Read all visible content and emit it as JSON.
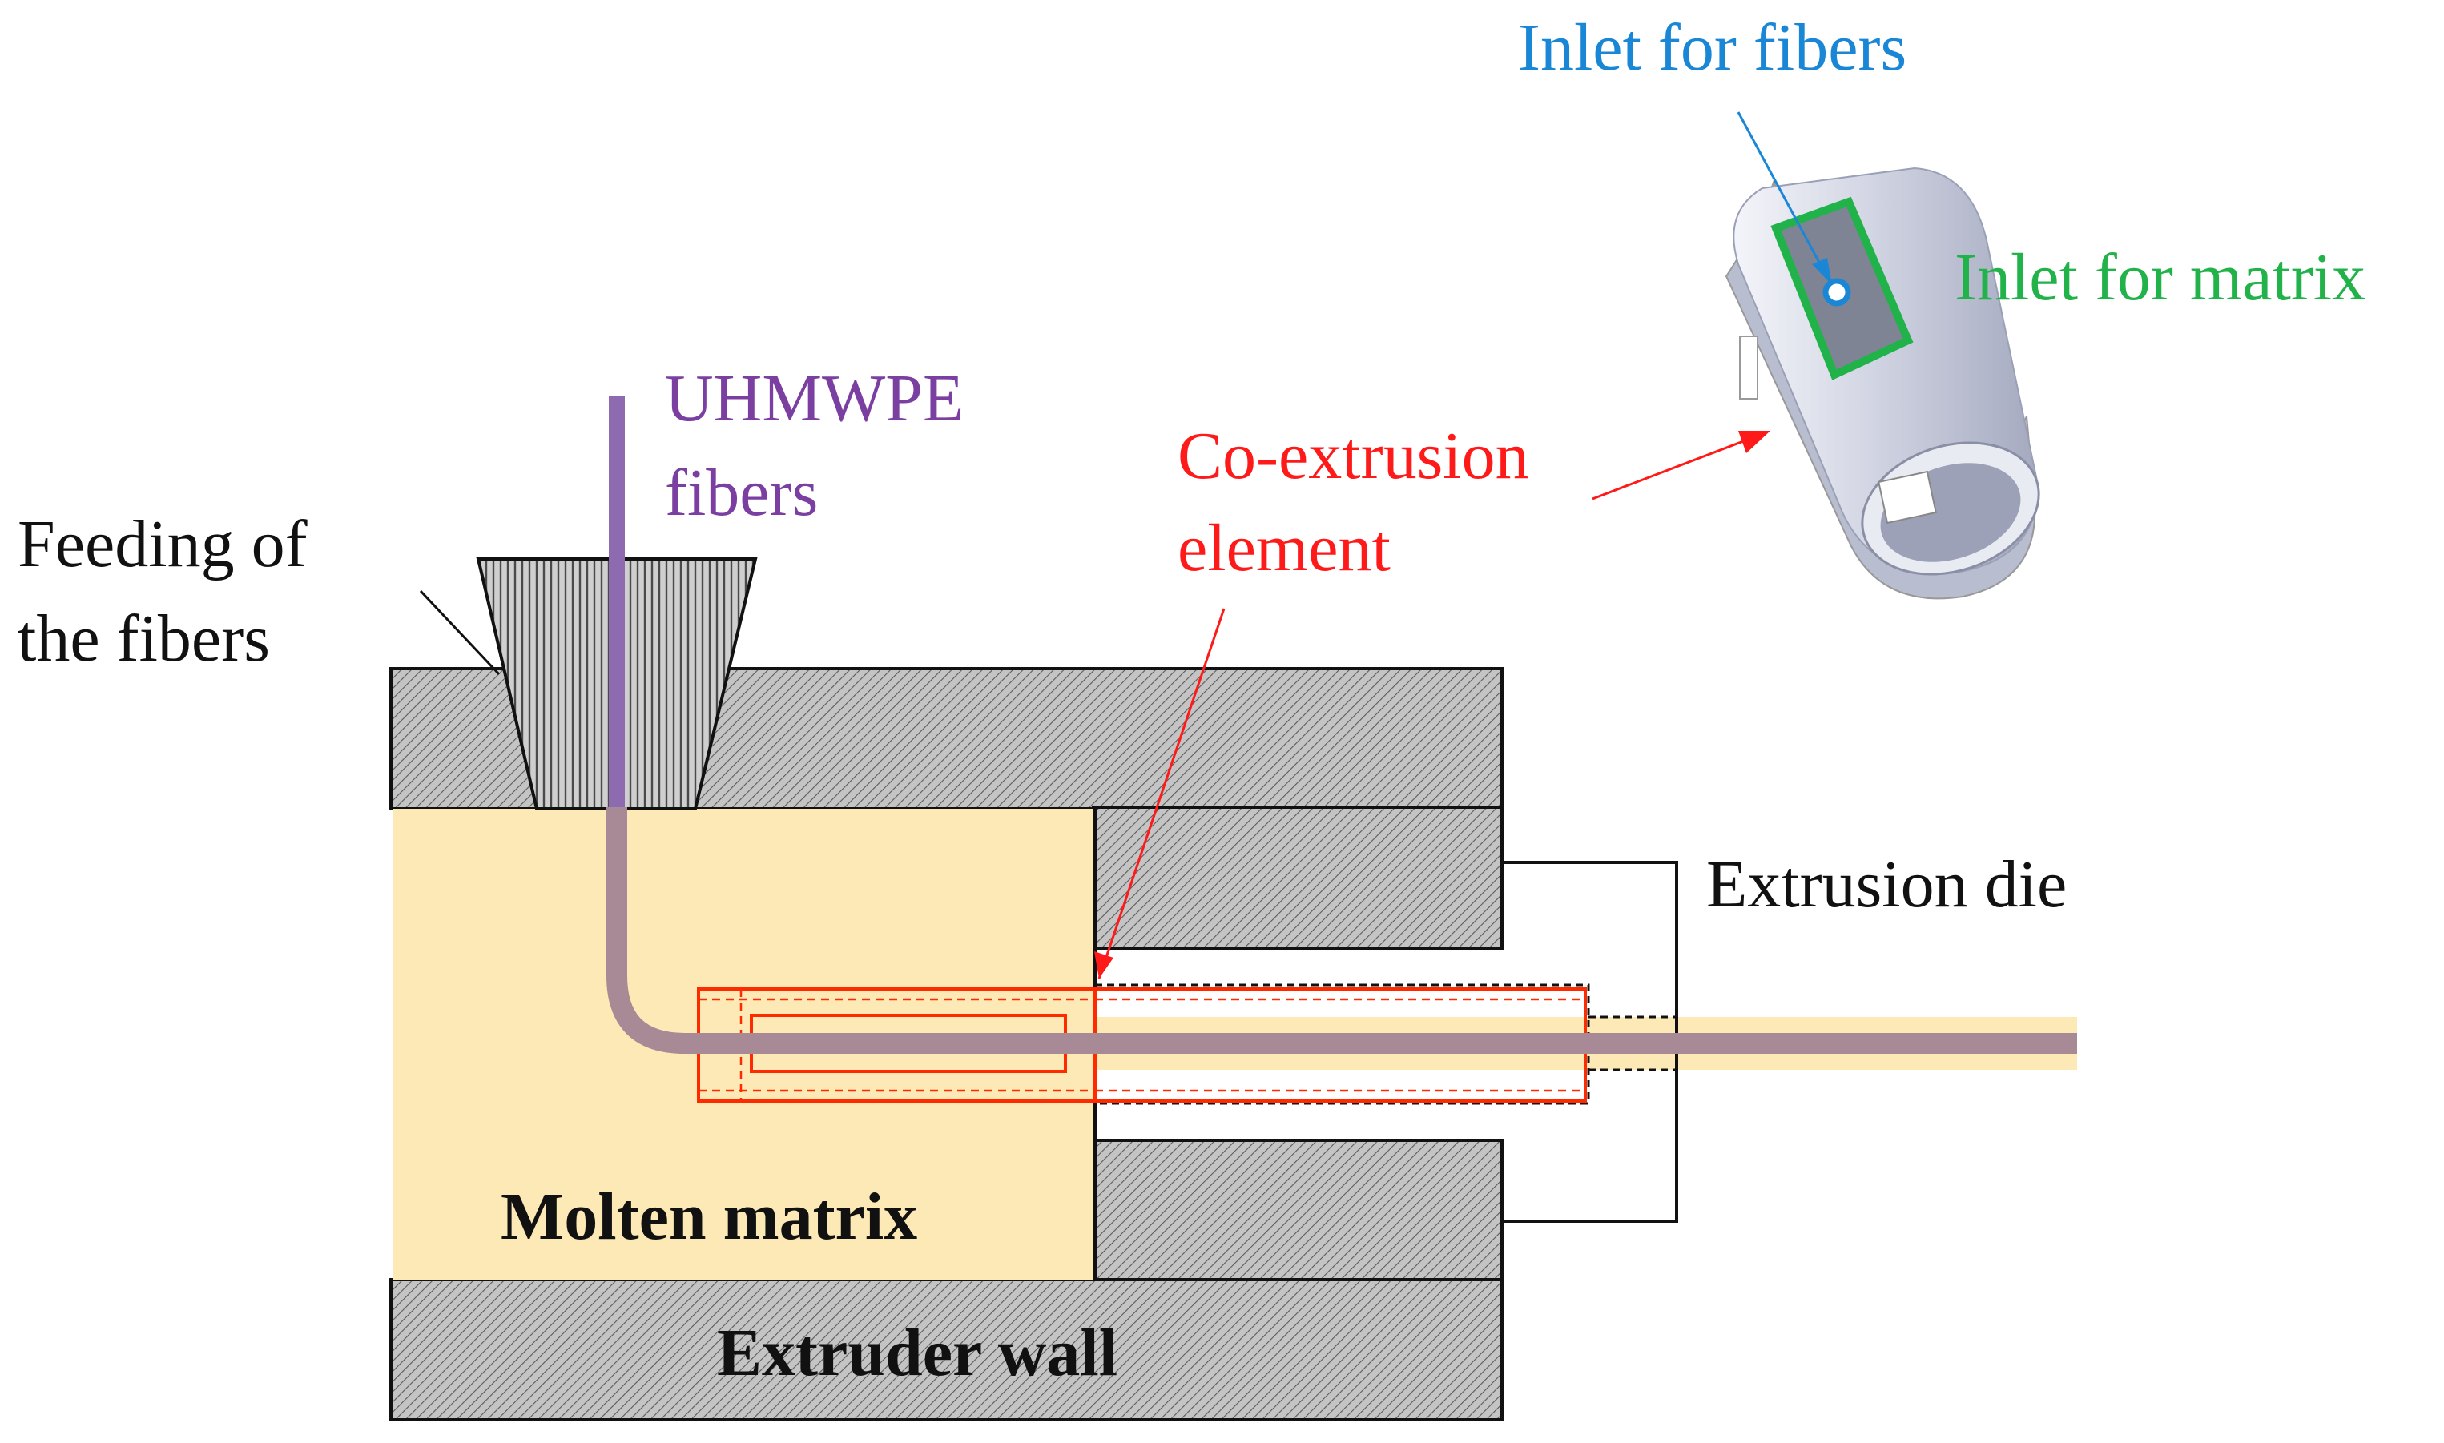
{
  "labels": {
    "feeding_line1": "Feeding  of",
    "feeding_line2": "the fibers",
    "uhmwpe_line1": "UHMWPE",
    "uhmwpe_line2": "fibers",
    "coext_line1": "Co-extrusion",
    "coext_line2": "element",
    "inlet_fibers": "Inlet for fibers",
    "inlet_matrix": "Inlet for matrix",
    "extrusion_die": "Extrusion die",
    "molten_matrix": "Molten matrix",
    "extruder_wall": "Extruder wall"
  },
  "colors": {
    "wall_fill": "#bdbdbd",
    "hatch_stroke": "#555555",
    "matrix_fill": "#fde9b5",
    "fiber": "#a78a96",
    "fiber_vertical": "#8e6ab0",
    "element_outline": "#ff2a00",
    "uhmwpe_text": "#7a3fa0",
    "coext_text": "#ff1a1a",
    "inlet_fibers_text": "#1a86d6",
    "inlet_matrix_text": "#21b24a",
    "cylinder_body": "#c7cbdc",
    "black": "#111111"
  }
}
